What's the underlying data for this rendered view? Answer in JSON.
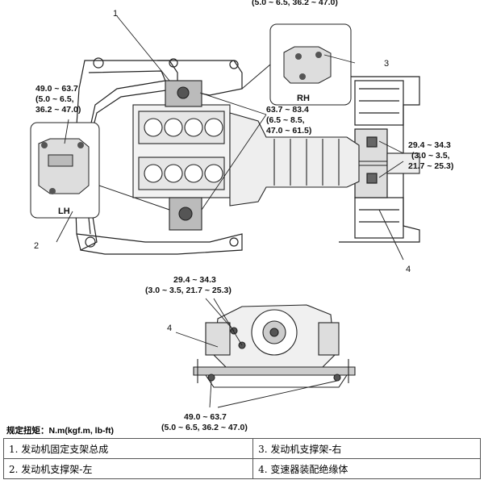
{
  "labels": {
    "top_cut": "(5.0 ~ 6.5, 36.2 ~ 47.0)",
    "rh": "RH",
    "lh": "LH",
    "callout_1": "1",
    "callout_2": "2",
    "callout_3": "3",
    "callout_4a": "4",
    "callout_4b": "4",
    "torque_lh_1": "49.0 ~ 63.7",
    "torque_lh_2": "(5.0 ~ 6.5,",
    "torque_lh_3": "36.2 ~ 47.0)",
    "torque_mid_1": "63.7 ~ 83.4",
    "torque_mid_2": "(6.5 ~ 8.5,",
    "torque_mid_3": "47.0 ~ 61.5)",
    "torque_right_1": "29.4 ~ 34.3",
    "torque_right_2": "(3.0 ~ 3.5,",
    "torque_right_3": "21.7 ~ 25.3)",
    "torque_lower_1": "29.4 ~ 34.3",
    "torque_lower_2": "(3.0 ~ 3.5, 21.7 ~ 25.3)",
    "torque_bottom_1": "49.0 ~ 63.7",
    "torque_bottom_2": "(5.0 ~ 6.5, 36.2 ~ 47.0)"
  },
  "spec_label": "规定扭矩：N.m(kgf.m, lb-ft)",
  "legend": [
    [
      "1. 发动机固定支架总成",
      "3. 发动机支撑架-右"
    ],
    [
      "2. 发动机支撑架-左",
      "4. 变速器装配绝缘体"
    ]
  ]
}
